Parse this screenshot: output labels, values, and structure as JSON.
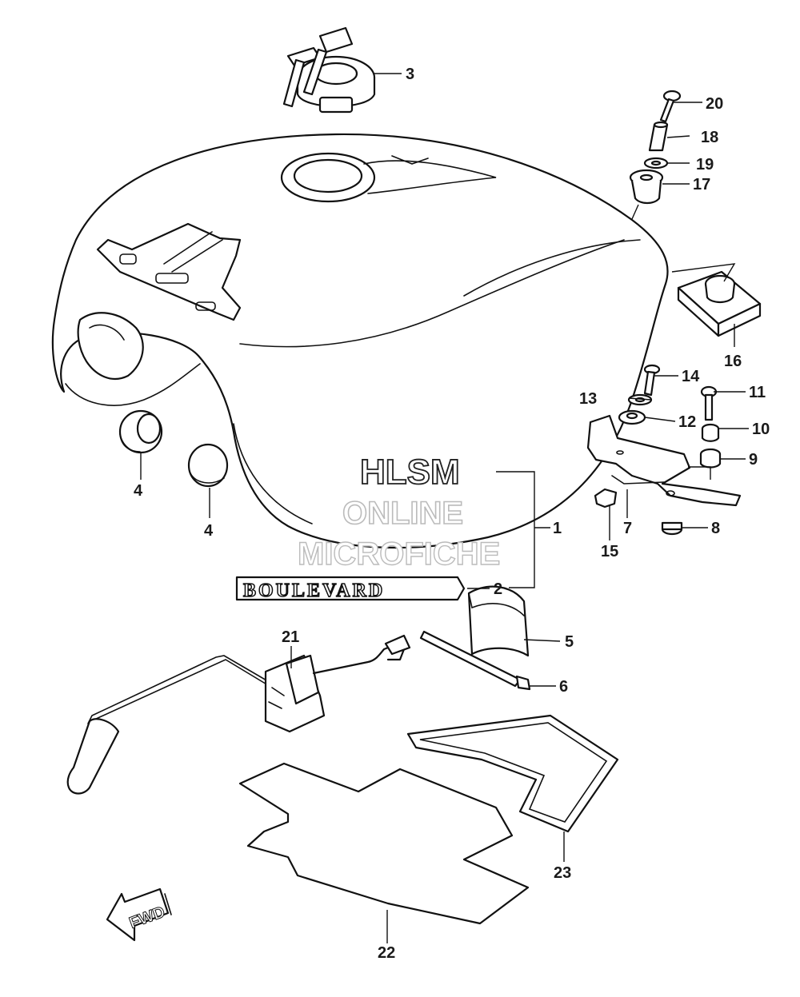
{
  "watermark": {
    "line1": "HLSM",
    "line2": "ONLINE",
    "line3": "MICROFICHE"
  },
  "emblem_text": "BOULEVARD",
  "direction_marker": "FWD",
  "callouts": [
    "1",
    "2",
    "3",
    "4",
    "4",
    "5",
    "6",
    "7",
    "8",
    "9",
    "10",
    "11",
    "12",
    "13",
    "14",
    "15",
    "16",
    "17",
    "18",
    "19",
    "20",
    "21",
    "22",
    "23"
  ]
}
